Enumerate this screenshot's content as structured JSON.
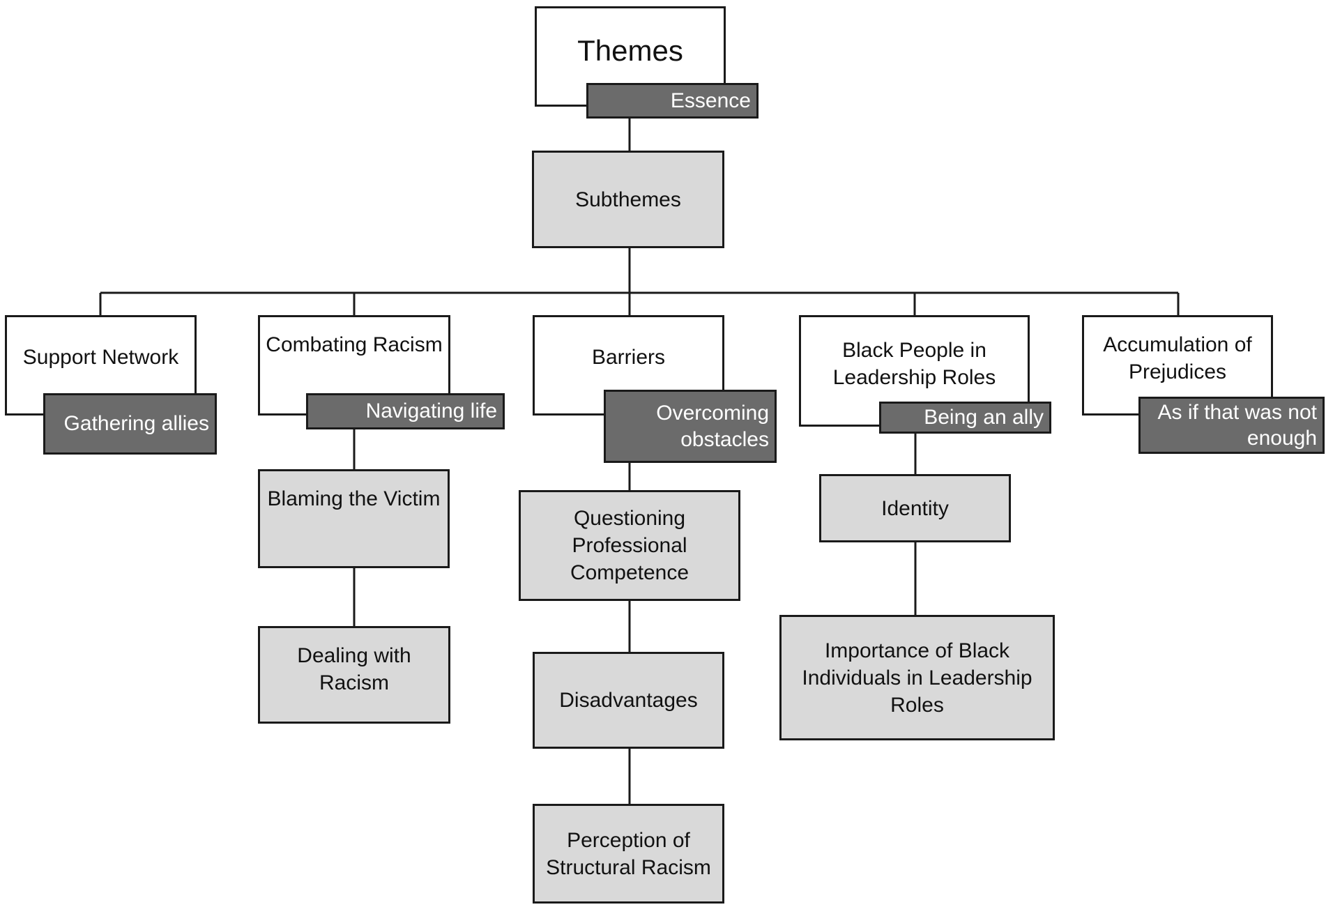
{
  "legend": {
    "theme": "Themes",
    "essence": "Essence",
    "subtheme": "Subthemes"
  },
  "themes": [
    {
      "label": "Support Network",
      "essence": "Gathering allies",
      "subthemes": []
    },
    {
      "label": "Combating Racism",
      "essence": "Navigating life",
      "subthemes": [
        "Blaming the Victim",
        "Dealing with Racism"
      ]
    },
    {
      "label": "Barriers",
      "essence": "Overcoming obstacles",
      "subthemes": [
        "Questioning Professional Competence",
        "Disadvantages",
        "Perception of Structural Racism"
      ]
    },
    {
      "label": "Black People in Leadership Roles",
      "essence": "Being an ally",
      "subthemes": [
        "Identity",
        "Importance of Black Individuals in Leadership Roles"
      ]
    },
    {
      "label": "Accumulation of Prejudices",
      "essence": "As if that was not enough",
      "subthemes": []
    }
  ],
  "colors": {
    "line": "#1a1a1a",
    "theme_fill": "#ffffff",
    "subtheme_fill": "#d9d9d9",
    "essence_fill": "#6b6b6b",
    "essence_text": "#ffffff"
  }
}
